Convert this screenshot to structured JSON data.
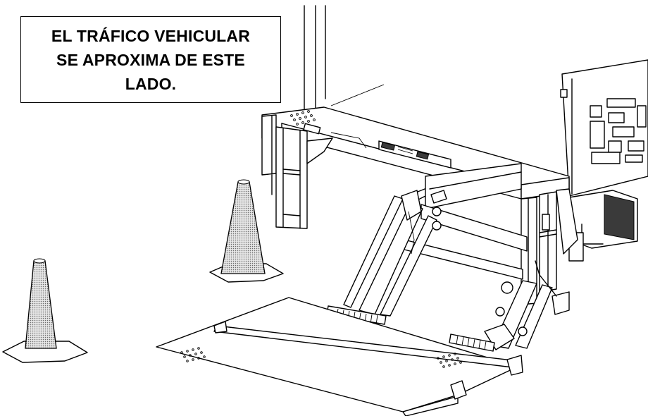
{
  "notice": {
    "lines": [
      "EL TRÁFICO VEHICULAR",
      "SE APROXIMA DE ESTE",
      "LADO."
    ]
  },
  "icons": {
    "left_cone": "traffic-cone-icon",
    "right_cone": "traffic-cone-icon"
  },
  "colors": {
    "cone_fill": "#bdbdbd",
    "line": "#000000",
    "background": "#ffffff"
  }
}
